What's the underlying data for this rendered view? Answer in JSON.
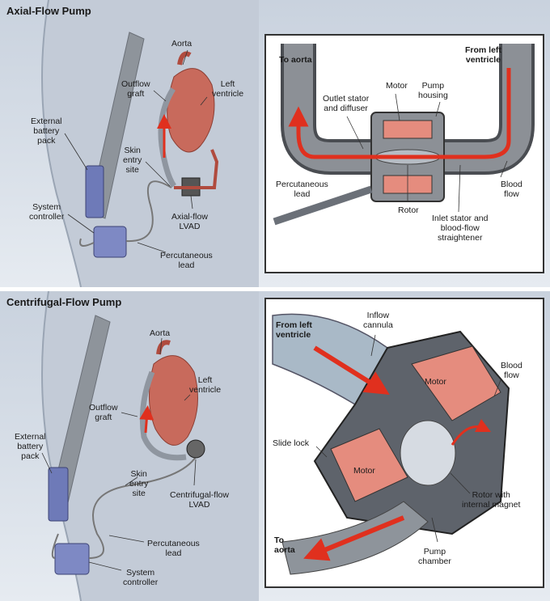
{
  "axial": {
    "title": "Axial-Flow Pump",
    "labels": {
      "aorta": "Aorta",
      "outflow_graft": "Outflow\ngraft",
      "left_ventricle": "Left\nventricle",
      "external_battery": "External\nbattery\npack",
      "skin_entry": "Skin\nentry\nsite",
      "system_controller": "System\ncontroller",
      "device": "Axial-flow\nLVAD",
      "percutaneous": "Percutaneous\nlead"
    },
    "inset": {
      "to_aorta": "To aorta",
      "from_lv": "From left\nventricle",
      "motor": "Motor",
      "pump_housing": "Pump\nhousing",
      "outlet_stator": "Outlet stator\nand diffuser",
      "percutaneous": "Percutaneous\nlead",
      "rotor": "Rotor",
      "inlet_stator": "Inlet stator and\nblood-flow\nstraightener",
      "blood_flow": "Blood\nflow"
    }
  },
  "centrifugal": {
    "title": "Centrifugal-Flow Pump",
    "labels": {
      "aorta": "Aorta",
      "left_ventricle": "Left\nventricle",
      "outflow_graft": "Outflow\ngraft",
      "external_battery": "External\nbattery\npack",
      "skin_entry": "Skin\nentry\nsite",
      "device": "Centrifugal-flow\nLVAD",
      "percutaneous": "Percutaneous\nlead",
      "system_controller": "System\ncontroller"
    },
    "inset": {
      "from_lv": "From left\nventricle",
      "inflow_cannula": "Inflow\ncannula",
      "motor_top": "Motor",
      "blood_flow": "Blood\nflow",
      "slide_lock": "Slide lock",
      "motor_bottom": "Motor",
      "rotor": "Rotor with\ninternal magnet",
      "to_aorta": "To\naorta",
      "pump_chamber": "Pump\nchamber"
    }
  },
  "colors": {
    "panel_bg": "#cfd7e2",
    "skin": "#c3cbd7",
    "heart": "#c86a5c",
    "motor": "#e58c7e",
    "arrow": "#e0301e",
    "strap": "#8e949b",
    "controller": "#6e7ab8"
  }
}
